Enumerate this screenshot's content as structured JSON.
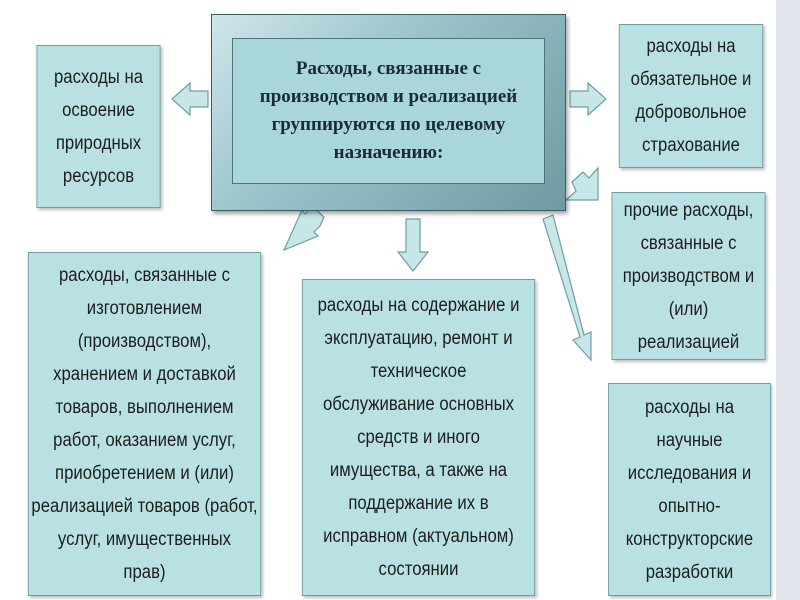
{
  "center": {
    "text": "Расходы, связанные с\nпроизводством и реализацией\nгруппируются по целевому\nназначению:"
  },
  "boxes": {
    "natural_resources": "расходы на\nосвоение\nприродных\nресурсов",
    "insurance": "расходы на\nобязательное и\nдобровольное\nстрахование",
    "other": "прочие расходы,\nсвязанные с\nпроизводством и\n(или)\nреализацией",
    "manufacturing": "расходы, связанные с\nизготовлением\n(производством),\nхранением и доставкой\nтоваров, выполнением\nработ, оказанием услуг,\nприобретением и (или)\nреализацией товаров (работ,\nуслуг, имущественных\nправ)",
    "maintenance": "расходы на содержание и\nэксплуатацию, ремонт и\nтехническое\nобслуживание основных\nсредств и иного\nимущества, а также на\nподдержание их в\nисправном (актуальном)\nсостоянии",
    "research": "расходы на\nнаучные\nисследования и\nопытно-\nконструкторские\nразработки"
  },
  "colors": {
    "box_fill": "#b9e1e3",
    "box_border": "#6f9ea4",
    "center_fill": "#a8d6db",
    "arrow_fill": "#c7e6e8"
  }
}
